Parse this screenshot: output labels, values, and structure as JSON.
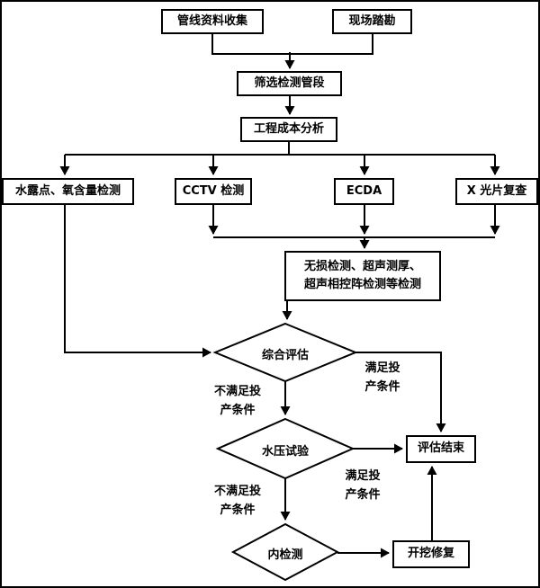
{
  "diagram": {
    "type": "flowchart",
    "nodes": {
      "pipeline_data_collection": "管线资料收集",
      "site_survey": "现场踏勘",
      "screen_pipe_sections": "筛选检测管段",
      "project_cost_analysis": "工程成本分析",
      "dew_point_oxygen_detection": "水露点、氧含量检测",
      "cctv_detection": "CCTV 检测",
      "ecda": "ECDA",
      "xray_film_review": "X 光片复查",
      "ndt_ultrasonic_detection": "无损检测、超声测厚、\n超声相控阵检测等检测",
      "comprehensive_evaluation": "综合评估",
      "hydrostatic_test": "水压试验",
      "internal_inspection": "内检测",
      "evaluation_end": "评估结束",
      "excavation_repair": "开挖修复"
    },
    "edge_labels": {
      "eval_meet_condition": "满足投\n产条件",
      "eval_not_meet_condition": "不满足投\n产条件",
      "hydro_meet_condition": "满足投\n产条件",
      "hydro_not_meet_condition": "不满足投\n产条件"
    },
    "edges": [
      "管线资料收集 → 筛选检测管段",
      "现场踏勘 → 筛选检测管段",
      "筛选检测管段 → 工程成本分析",
      "工程成本分析 → 水露点、氧含量检测",
      "工程成本分析 → CCTV 检测",
      "工程成本分析 → ECDA",
      "工程成本分析 → X 光片复查",
      "CCTV 检测 → 无损检测、超声测厚、超声相控阵检测等检测",
      "ECDA → 无损检测、超声测厚、超声相控阵检测等检测",
      "X 光片复查 → 无损检测、超声测厚、超声相控阵检测等检测",
      "无损检测、超声测厚、超声相控阵检测等检测 → 综合评估",
      "水露点、氧含量检测 → 综合评估",
      "综合评估 →(满足投产条件) 评估结束",
      "综合评估 →(不满足投产条件) 水压试验",
      "水压试验 →(满足投产条件) 评估结束",
      "水压试验 →(不满足投产条件) 内检测",
      "内检测 → 开挖修复",
      "开挖修复 → 评估结束"
    ],
    "colors": {
      "line": "#000000",
      "box_border": "#000000",
      "box_fill": "#ffffff",
      "text": "#000000",
      "background": "#ffffff"
    }
  }
}
